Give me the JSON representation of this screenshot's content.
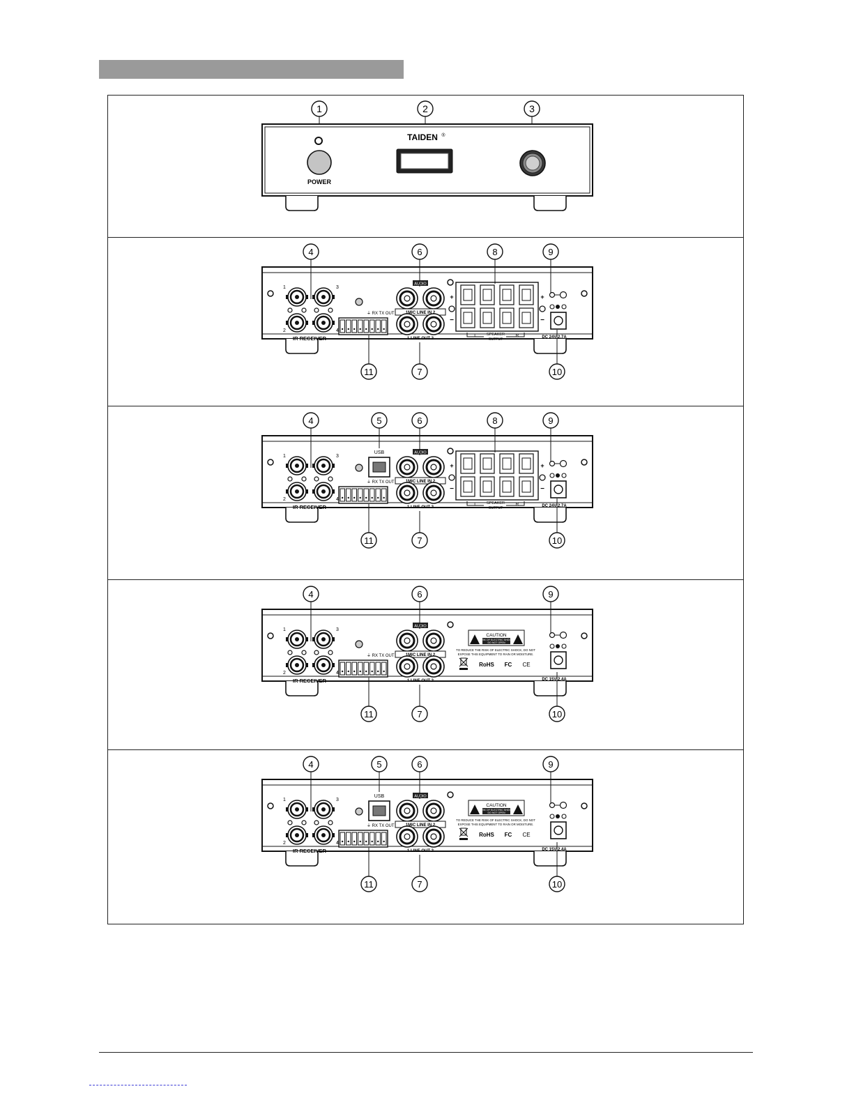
{
  "callouts": {
    "n1": "1",
    "n2": "2",
    "n3": "3",
    "n4": "4",
    "n5": "5",
    "n6": "6",
    "n7": "7",
    "n8": "8",
    "n9": "9",
    "n10": "10",
    "n11": "11"
  },
  "front": {
    "brand": "TAIDEN",
    "reg": "®",
    "power": "POWER"
  },
  "rear": {
    "ir_receiver": "IR RECEIVER",
    "ports": [
      "1",
      "2",
      "3",
      "4"
    ],
    "terminal_labels": "⏚ RX TX  OUT   IN  12V",
    "audio": "AUDIO",
    "mic_line_in": "1MIC  LINE IN   2",
    "line_out": "1   LINE OUT   2",
    "usb": "USB",
    "speaker_output_l": "L",
    "speaker_output_r": "R",
    "speaker_output": "SPEAKER",
    "speaker_output2": "OUTPUT",
    "dc_24": "DC 24V 2.7A",
    "dc_15": "DC 15V 2.4A",
    "plus": "+",
    "minus": "−",
    "caution": "CAUTION",
    "caution_sub": "RISK OF ELECTRIC SHOCK",
    "caution_sub2": "DO NOT OPEN",
    "warning1": "TO REDUCE THE RISK OF ELECTRIC SHOCK, DO NOT",
    "warning2": "EXPOSE THIS EQUIPMENT TO RAIN OR MOISTURE.",
    "rohs": "RoHS",
    "fc": "FC",
    "ce": "CE"
  }
}
